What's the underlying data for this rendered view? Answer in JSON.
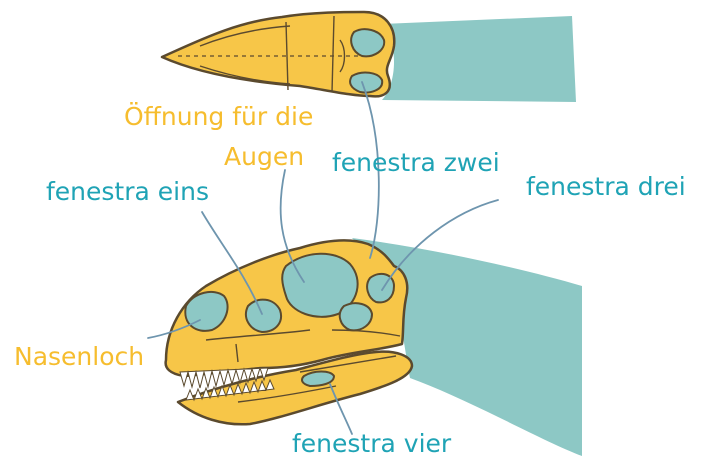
{
  "colors": {
    "skull": "#F7C648",
    "skull_outline": "#5B4A2E",
    "neck": "#8DC8C5",
    "fenestra": "#8DC8C5",
    "leader_line": "#6E95AE",
    "label_orange": "#F6BD2E",
    "label_teal": "#1FA3B5",
    "teeth": "#ffffff"
  },
  "labels": {
    "eye_opening_line1": "Öffnung für die",
    "eye_opening_line2": "Augen",
    "fenestra_one": "fenestra eins",
    "fenestra_two": "fenestra zwei",
    "fenestra_three": "fenestra drei",
    "fenestra_four": "fenestra vier",
    "nostril": "Nasenloch"
  }
}
